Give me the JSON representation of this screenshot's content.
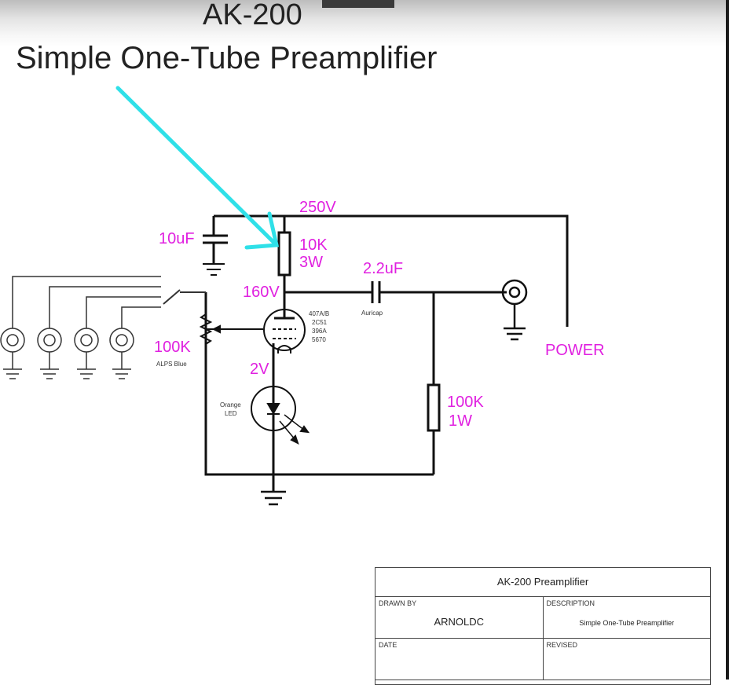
{
  "header": {
    "model": "AK-200",
    "subtitle": "Simple One-Tube Preamplifier"
  },
  "schematic": {
    "supply_voltage": "250V",
    "bypass_cap": "10uF",
    "plate_resistor": {
      "value": "10K",
      "rating": "3W"
    },
    "plate_voltage": "160V",
    "coupling_cap": {
      "value": "2.2uF",
      "type": "Auricap"
    },
    "tube_types": [
      "407A/B",
      "2C51",
      "396A",
      "5670"
    ],
    "volume_pot": {
      "value": "100K",
      "type": "ALPS Blue"
    },
    "cathode_voltage": "2V",
    "led": {
      "line1": "Orange",
      "line2": "LED"
    },
    "output_resistor": {
      "value": "100K",
      "rating": "1W"
    },
    "power_label": "POWER",
    "colors": {
      "annotation": "#e020e0",
      "arrow": "#2fe0e8",
      "line": "#111111"
    }
  },
  "title_block": {
    "title": "AK-200 Preamplifier",
    "drawn_by_label": "DRAWN BY",
    "drawn_by_value": "ARNOLDC",
    "description_label": "DESCRIPTION",
    "description_value": "Simple One-Tube Preamplifier",
    "date_label": "DATE",
    "revised_label": "REVISED"
  }
}
